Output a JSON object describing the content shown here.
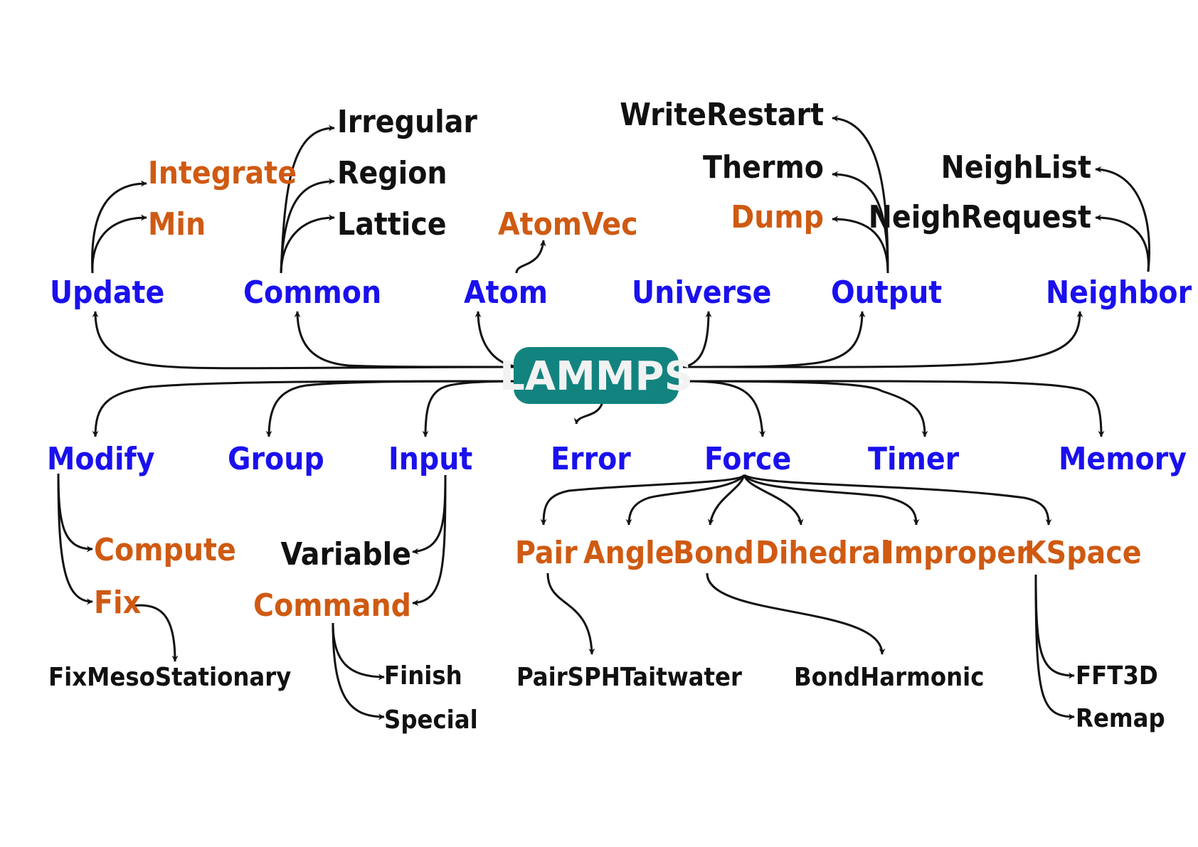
{
  "root": {
    "label": "LAMMPS",
    "color": "#13837f"
  },
  "colors": {
    "core": "#1a10ee",
    "style": "#cf5a12",
    "other": "#111111"
  },
  "top_row": {
    "update": "Update",
    "common": "Common",
    "atom": "Atom",
    "universe": "Universe",
    "output": "Output",
    "neighbor": "Neighbor"
  },
  "update_children": {
    "integrate": "Integrate",
    "min": "Min"
  },
  "common_children": {
    "irregular": "Irregular",
    "region": "Region",
    "lattice": "Lattice"
  },
  "atom_children": {
    "atomvec": "AtomVec"
  },
  "output_children": {
    "writerestart": "WriteRestart",
    "thermo": "Thermo",
    "dump": "Dump"
  },
  "neighbor_children": {
    "neighlist": "NeighList",
    "neighrequest": "NeighRequest"
  },
  "bottom_row": {
    "modify": "Modify",
    "group": "Group",
    "input": "Input",
    "error": "Error",
    "force": "Force",
    "timer": "Timer",
    "memory": "Memory"
  },
  "modify_children": {
    "compute": "Compute",
    "fix": "Fix"
  },
  "fix_children": {
    "fixmeso": "FixMesoStationary"
  },
  "input_children": {
    "variable": "Variable",
    "command": "Command"
  },
  "command_children": {
    "finish": "Finish",
    "special": "Special"
  },
  "force_children": {
    "pair": "Pair",
    "angle": "Angle",
    "bond": "Bond",
    "dihedral": "Dihedral",
    "improper": "Improper",
    "kspace": "KSpace"
  },
  "pair_children": {
    "pairsph": "PairSPHTaitwater"
  },
  "bond_children": {
    "bondharmonic": "BondHarmonic"
  },
  "kspace_children": {
    "fft3d": "FFT3D",
    "remap": "Remap"
  }
}
